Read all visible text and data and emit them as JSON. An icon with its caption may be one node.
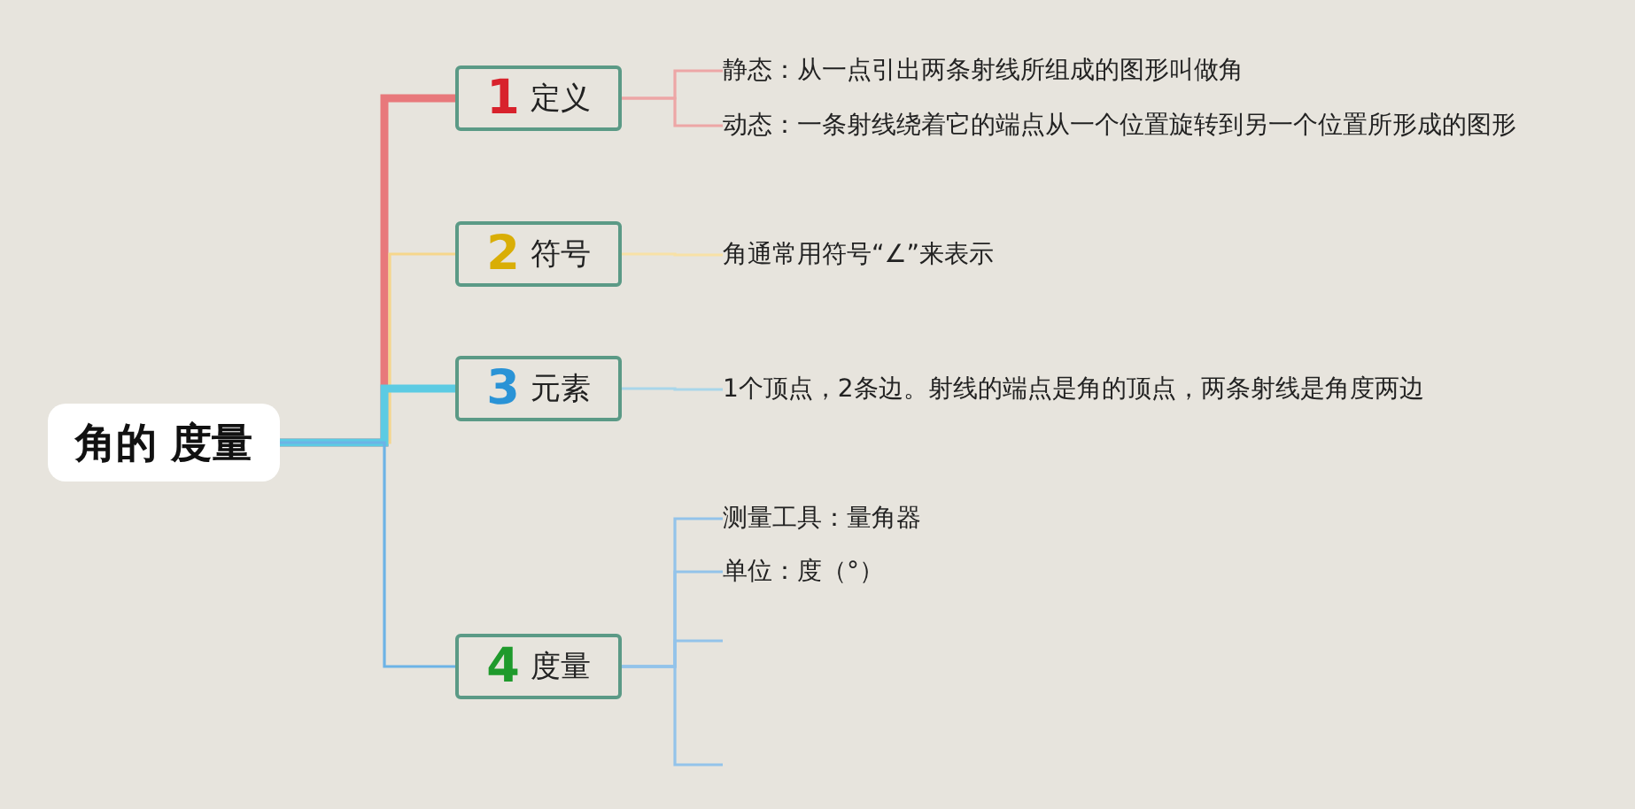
{
  "diagram": {
    "nodes": [
      {
        "text": [
          "角的 度量"
        ]
      },
      {
        "text": [
          "1",
          "定义"
        ]
      },
      {
        "text": [
          "2",
          "符号"
        ]
      },
      {
        "text": [
          "3",
          "元素"
        ]
      },
      {
        "text": [
          "4",
          "度量"
        ]
      },
      {
        "text": [
          "静态：从一点引出两条射线所组成的图形叫做角"
        ]
      },
      {
        "text": [
          "动态：一条射线绕着它的端点从一个位置旋转到另一个位置所形成的图形"
        ]
      },
      {
        "text": [
          "角通常用符号“∠”来表示"
        ]
      },
      {
        "text": [
          "1个顶点，2条边。射线的端点是角的顶点，两条射线是角度两边"
        ]
      },
      {
        "text": [
          "测量工具：量角器"
        ]
      },
      {
        "text": [
          "单位：度（°）"
        ]
      }
    ],
    "edges": [
      {
        "from": 0,
        "to": 1,
        "arrow": "none",
        "style": "thick",
        "color": "#e8787b"
      },
      {
        "from": 0,
        "to": 2,
        "arrow": "none",
        "color": "#f6d68b"
      },
      {
        "from": 0,
        "to": 3,
        "arrow": "none",
        "style": "thick",
        "color": "#5ccbe3"
      },
      {
        "from": 0,
        "to": 4,
        "arrow": "none",
        "color": "#6db3e6"
      },
      {
        "from": 1,
        "to": 5,
        "arrow": "none",
        "color": "#eda6a6"
      },
      {
        "from": 1,
        "to": 6,
        "arrow": "none",
        "color": "#eda6a6"
      },
      {
        "from": 2,
        "to": 7,
        "arrow": "none",
        "color": "#f8e1a6"
      },
      {
        "from": 3,
        "to": 8,
        "arrow": "none",
        "color": "#a9d6ea"
      },
      {
        "from": 4,
        "to": 9,
        "arrow": "none",
        "color": "#93c3ea"
      },
      {
        "from": 4,
        "to": 10,
        "arrow": "none",
        "color": "#93c3ea"
      },
      {
        "from": 4,
        "to": null,
        "arrow": "none",
        "color": "#93c3ea"
      },
      {
        "from": 4,
        "to": null,
        "arrow": "none",
        "color": "#93c3ea"
      }
    ]
  }
}
